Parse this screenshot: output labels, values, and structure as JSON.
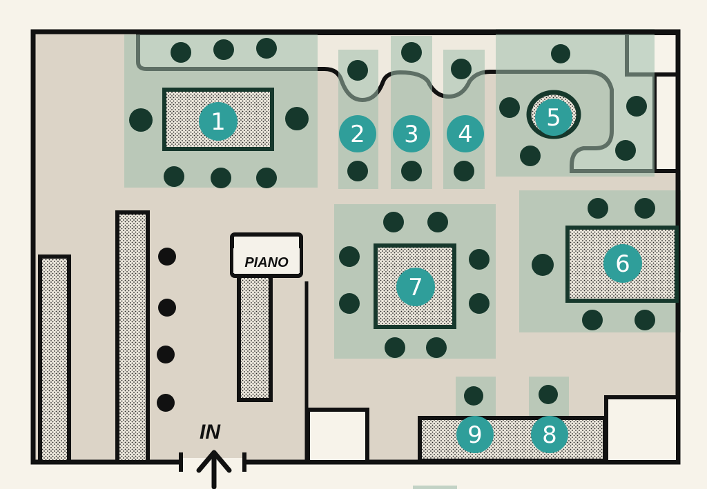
{
  "colors": {
    "background": "#f7f3ea",
    "floor": "#dcd4c7",
    "zone": "#9fbdab",
    "chair": "#16382c",
    "wall": "#111111",
    "badge": "#2f9e9a",
    "badge_text": "#ffffff",
    "dotted_fill": "#e8e2d6"
  },
  "labels": {
    "piano": "PIANO",
    "entrance": "IN"
  },
  "tables": [
    {
      "number": "1"
    },
    {
      "number": "2"
    },
    {
      "number": "3"
    },
    {
      "number": "4"
    },
    {
      "number": "5"
    },
    {
      "number": "6"
    },
    {
      "number": "7"
    },
    {
      "number": "8"
    },
    {
      "number": "9"
    }
  ]
}
